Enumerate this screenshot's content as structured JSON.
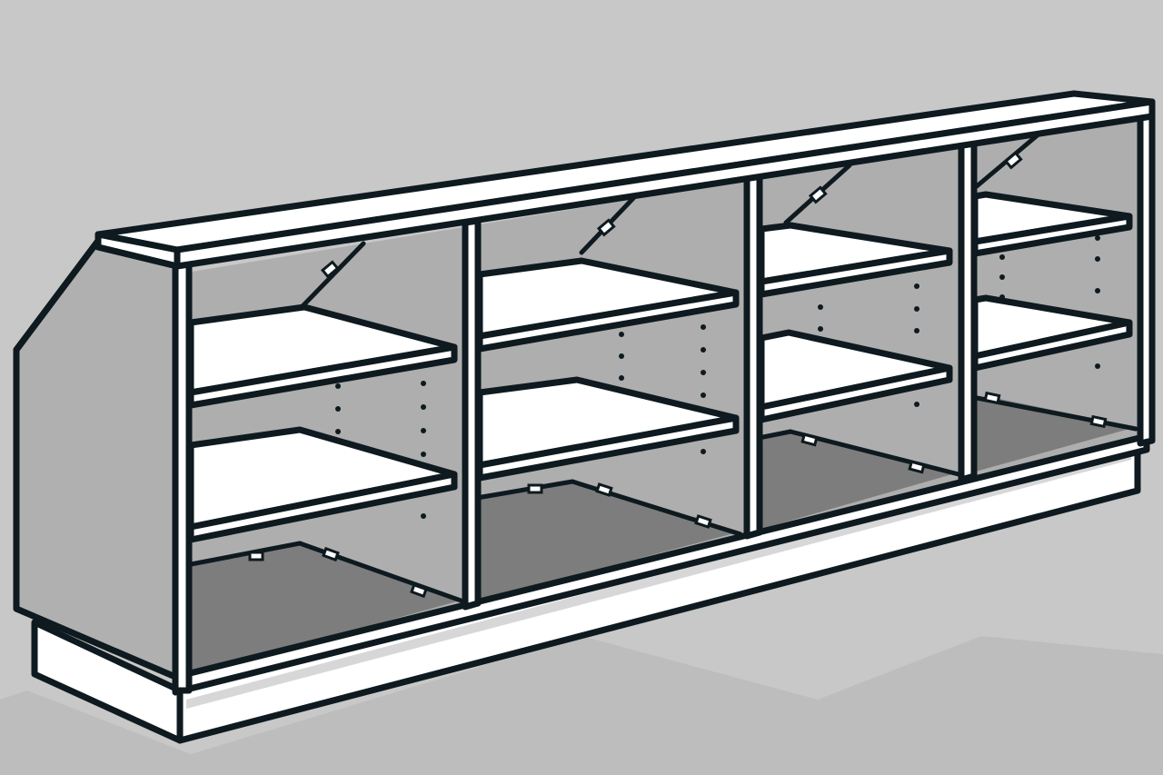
{
  "illustration": {
    "subject": "bookcase",
    "colors": {
      "background": "#c8c8c8",
      "floor_shadow": "#bdbdbd",
      "outline": "#0e1a1f",
      "panel_white": "#ffffff",
      "interior_back": "#aeaeae",
      "interior_floor": "#7d7d7d",
      "side_panel": "#b0b0b0"
    },
    "compartments": 4,
    "shelves_per_compartment": 2
  }
}
